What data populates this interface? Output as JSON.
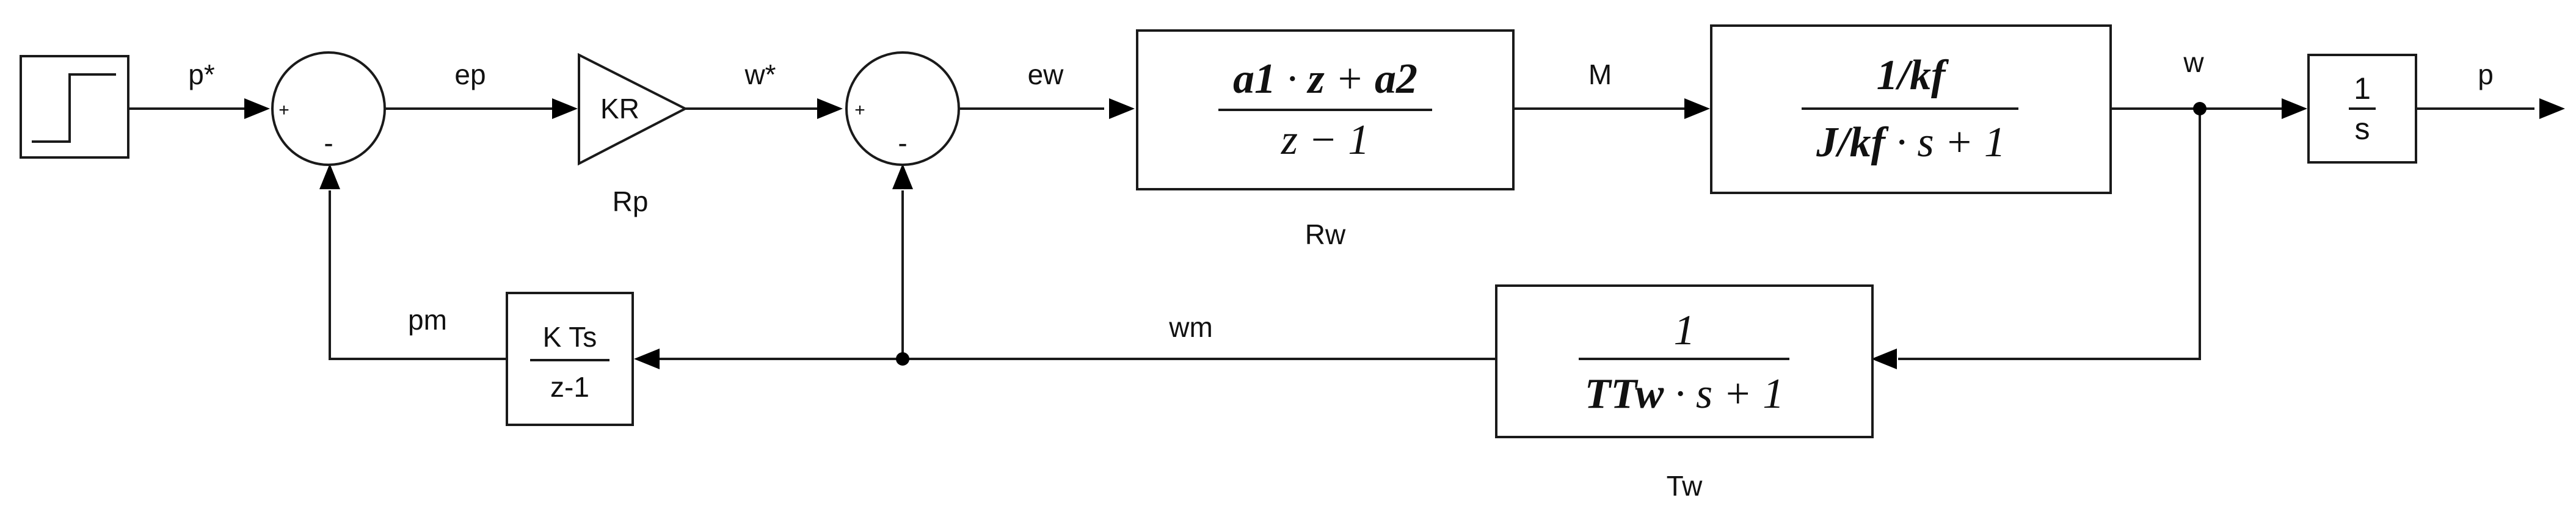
{
  "signals": {
    "p_star": "p*",
    "ep": "ep",
    "w_star": "w*",
    "ew": "ew",
    "M": "M",
    "w": "w",
    "p": "p",
    "wm": "wm",
    "pm": "pm"
  },
  "sum_signs": {
    "plus": "+",
    "minus": "-"
  },
  "blocks": {
    "gain": {
      "label": "KR",
      "name": "Rp"
    },
    "rw": {
      "num_a1": "a1",
      "num_dot": " · ",
      "num_z": "z",
      "num_plus": " + ",
      "num_a2": "a2",
      "den": "z − 1",
      "name": "Rw"
    },
    "plant": {
      "num": "1/kf",
      "den_j": "J/kf",
      "den_rest": " · s + 1"
    },
    "integrator": {
      "num": "1",
      "den": "s"
    },
    "tw": {
      "num": "1",
      "den_ttw": "TTw",
      "den_rest": " · s + 1",
      "name": "Tw"
    },
    "discrete_int": {
      "num": "K Ts",
      "den": "z-1"
    }
  }
}
